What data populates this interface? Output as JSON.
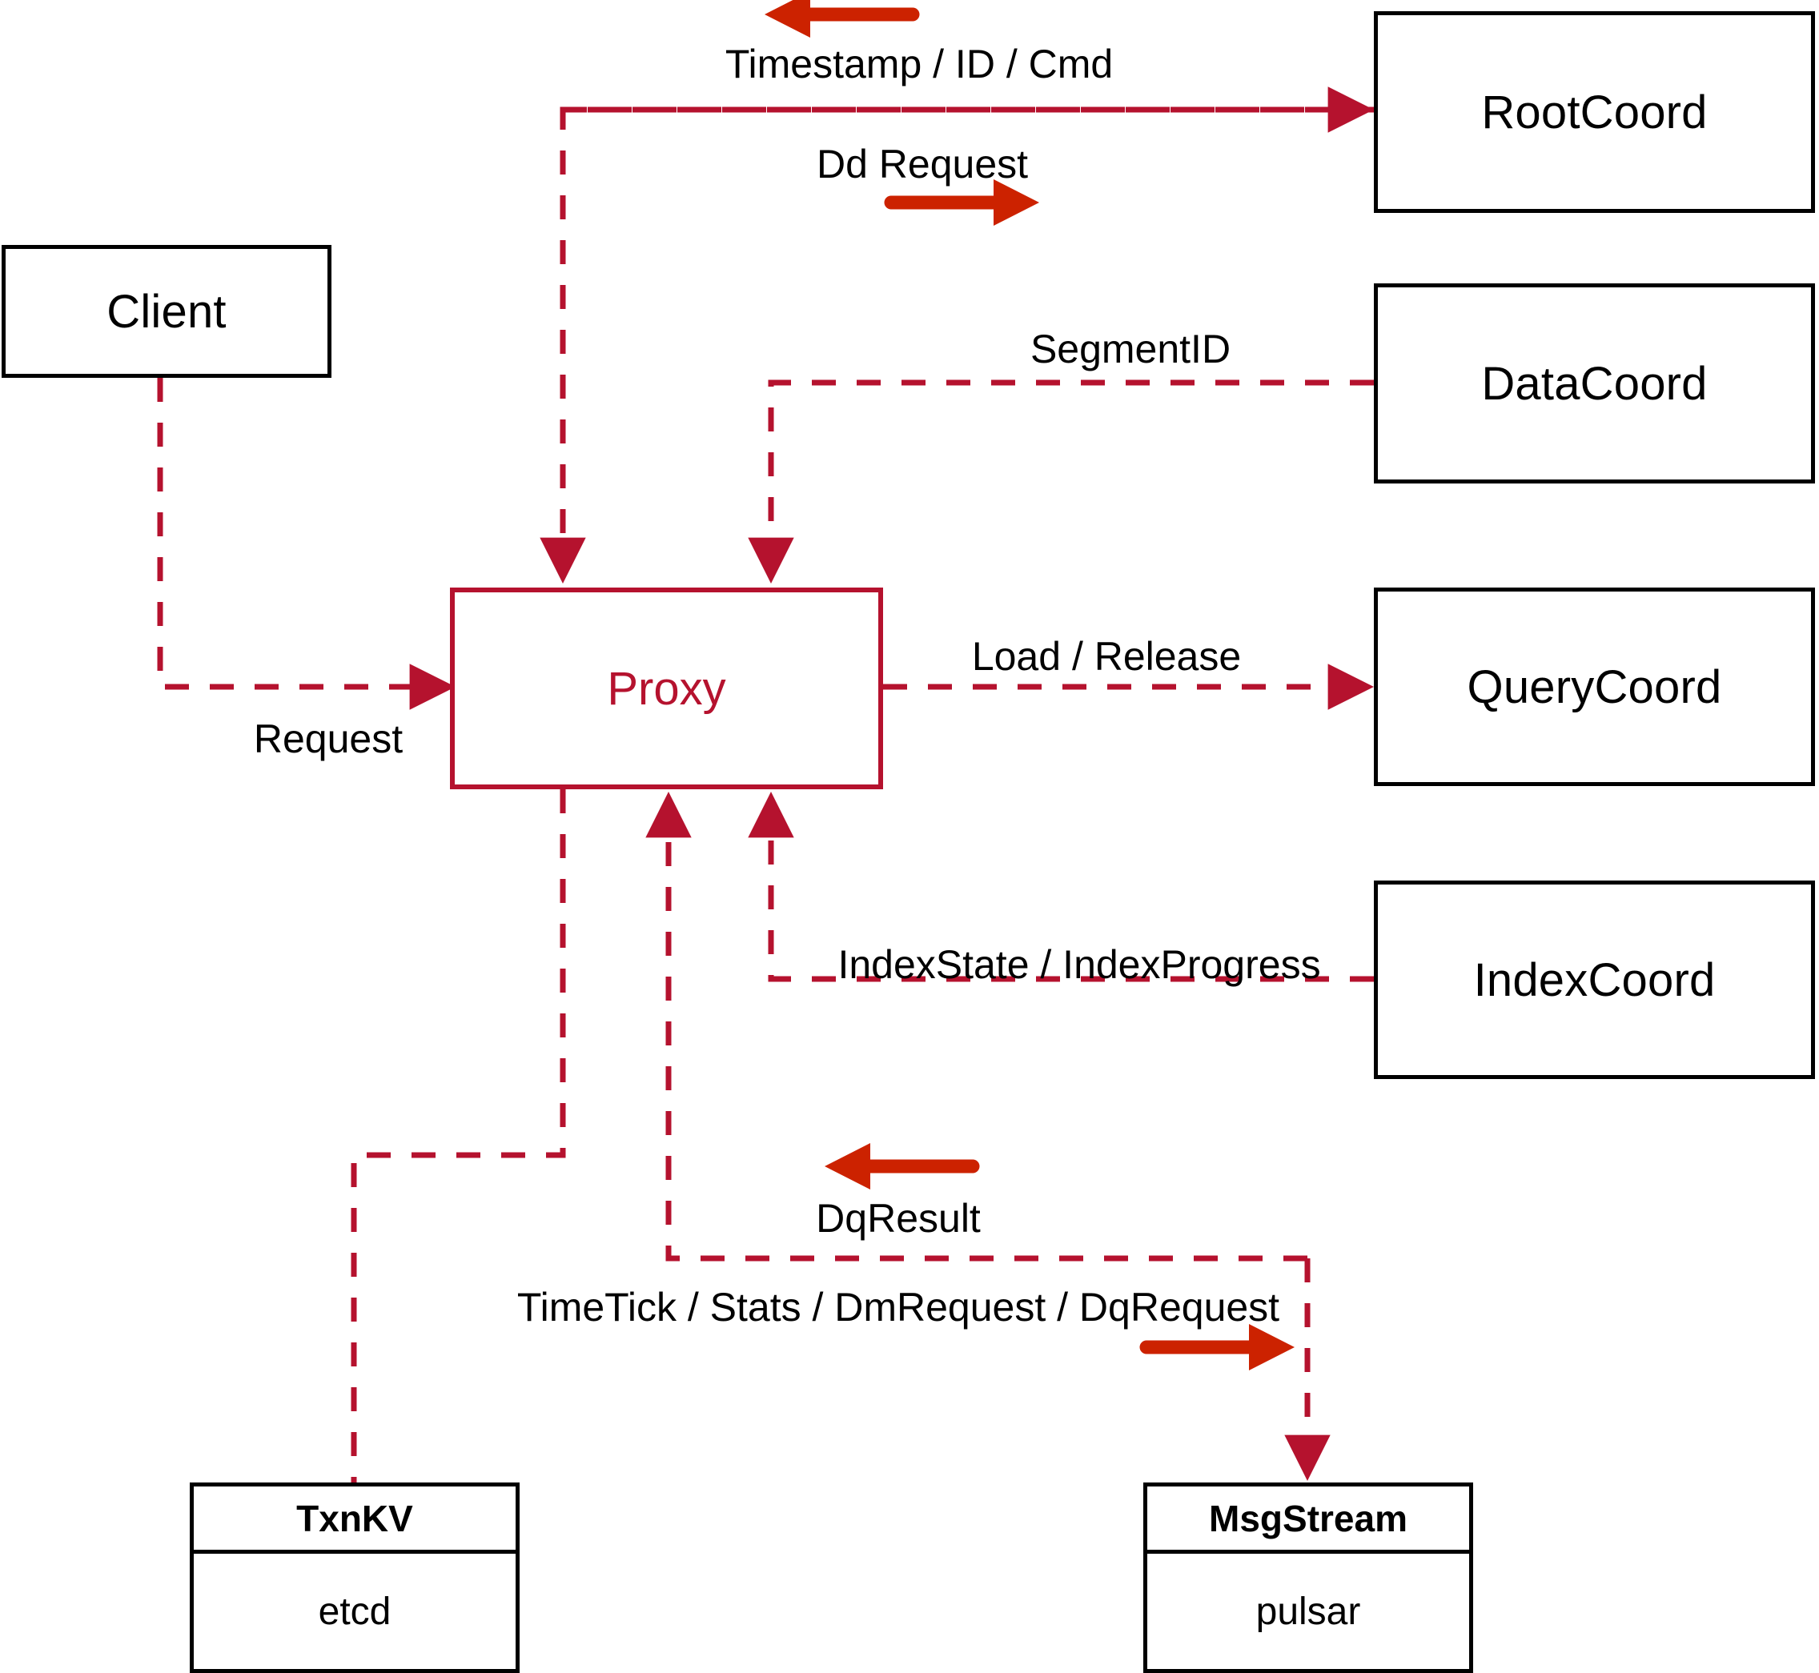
{
  "diagram": {
    "title": "Milvus Proxy Interaction Diagram",
    "colors": {
      "node_border": "#000000",
      "proxy": "#b5122e",
      "dashed_edge": "#b5122e",
      "solid_arrow": "#cc2200",
      "background": "#ffffff"
    }
  },
  "nodes": {
    "client": {
      "label": "Client"
    },
    "proxy": {
      "label": "Proxy"
    },
    "root_coord": {
      "label": "RootCoord"
    },
    "data_coord": {
      "label": "DataCoord"
    },
    "query_coord": {
      "label": "QueryCoord"
    },
    "index_coord": {
      "label": "IndexCoord"
    },
    "txnkv": {
      "header": "TxnKV",
      "body": "etcd"
    },
    "msgstream": {
      "header": "MsgStream",
      "body": "pulsar"
    }
  },
  "edges": [
    {
      "id": "timestamp-id-cmd",
      "label": "Timestamp / ID / Cmd",
      "from": "root_coord",
      "to": "proxy",
      "direction": "left",
      "style": "dashed"
    },
    {
      "id": "dd-request",
      "label": "Dd Request",
      "from": "proxy",
      "to": "root_coord",
      "direction": "right",
      "style": "dashed"
    },
    {
      "id": "segment-id",
      "label": "SegmentID",
      "from": "data_coord",
      "to": "proxy",
      "direction": "left",
      "style": "dashed"
    },
    {
      "id": "request",
      "label": "Request",
      "from": "client",
      "to": "proxy",
      "direction": "right",
      "style": "dashed"
    },
    {
      "id": "load-release",
      "label": "Load / Release",
      "from": "proxy",
      "to": "query_coord",
      "direction": "right",
      "style": "dashed"
    },
    {
      "id": "index-state-progress",
      "label": "IndexState / IndexProgress",
      "from": "index_coord",
      "to": "proxy",
      "direction": "left",
      "style": "dashed"
    },
    {
      "id": "dq-result",
      "label": "DqResult",
      "from": "msgstream",
      "to": "proxy",
      "direction": "left",
      "style": "dashed"
    },
    {
      "id": "timetick-stats-dm-dq",
      "label": "TimeTick / Stats / DmRequest / DqRequest",
      "from": "proxy",
      "to": "msgstream",
      "direction": "right",
      "style": "dashed"
    },
    {
      "id": "proxy-txnkv",
      "label": "",
      "from": "proxy",
      "to": "txnkv",
      "direction": "none",
      "style": "dashed"
    }
  ]
}
